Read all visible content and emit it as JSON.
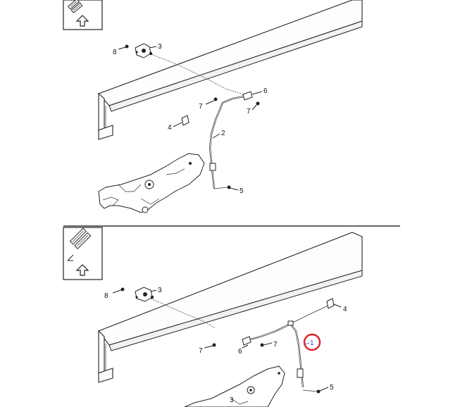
{
  "panels": [
    {
      "id": "top",
      "callouts": [
        {
          "key": "c8",
          "label": "8"
        },
        {
          "key": "c3",
          "label": "3"
        },
        {
          "key": "c6",
          "label": "6"
        },
        {
          "key": "c7a",
          "label": "7"
        },
        {
          "key": "c7b",
          "label": "7"
        },
        {
          "key": "c4",
          "label": "4"
        },
        {
          "key": "c2",
          "label": "2"
        },
        {
          "key": "c5",
          "label": "5"
        }
      ]
    },
    {
      "id": "bottom",
      "callouts": [
        {
          "key": "c8",
          "label": "8"
        },
        {
          "key": "c3",
          "label": "3"
        },
        {
          "key": "c4",
          "label": "4"
        },
        {
          "key": "c1",
          "label": "1"
        },
        {
          "key": "c7a",
          "label": "7"
        },
        {
          "key": "c6",
          "label": "6"
        },
        {
          "key": "c7b",
          "label": "7"
        },
        {
          "key": "c5",
          "label": "5"
        },
        {
          "key": "c3b",
          "label": "3"
        }
      ]
    }
  ],
  "highlight": {
    "callout": "1",
    "color": "#d9232e"
  },
  "icons": [
    "vehicle-orientation-icon",
    "up-arrow-icon"
  ]
}
